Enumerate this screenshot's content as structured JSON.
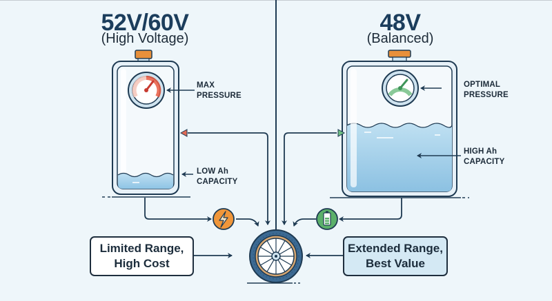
{
  "left_tank": {
    "title": "52V/60V",
    "subtitle": "(High Voltage)",
    "gauge_label_line1": "MAX",
    "gauge_label_line2": "PRESSURE",
    "level_label_line1": "LOW Ah",
    "level_label_line2": "CAPACITY",
    "icon": "lightning-bolt-icon",
    "gauge_color": "#d9503c",
    "icon_color": "#f0963a"
  },
  "right_tank": {
    "title": "48V",
    "subtitle": "(Balanced)",
    "gauge_label_line1": "OPTIMAL",
    "gauge_label_line2": "PRESSURE",
    "level_label_line1": "HIGH Ah",
    "level_label_line2": "CAPACITY",
    "icon": "battery-icon",
    "gauge_color": "#4aa565",
    "icon_color": "#5bb06a"
  },
  "outcomes": {
    "left": {
      "line1": "Limited Range,",
      "line2": "High Cost"
    },
    "right": {
      "line1": "Extended Range,",
      "line2": "Best Value"
    }
  },
  "colors": {
    "background": "#eef6fa",
    "stroke": "#1e3a52",
    "water": "#a9d3ec",
    "cap": "#e5913a",
    "tire": "#3c6a93",
    "rim": "#d7a772"
  }
}
